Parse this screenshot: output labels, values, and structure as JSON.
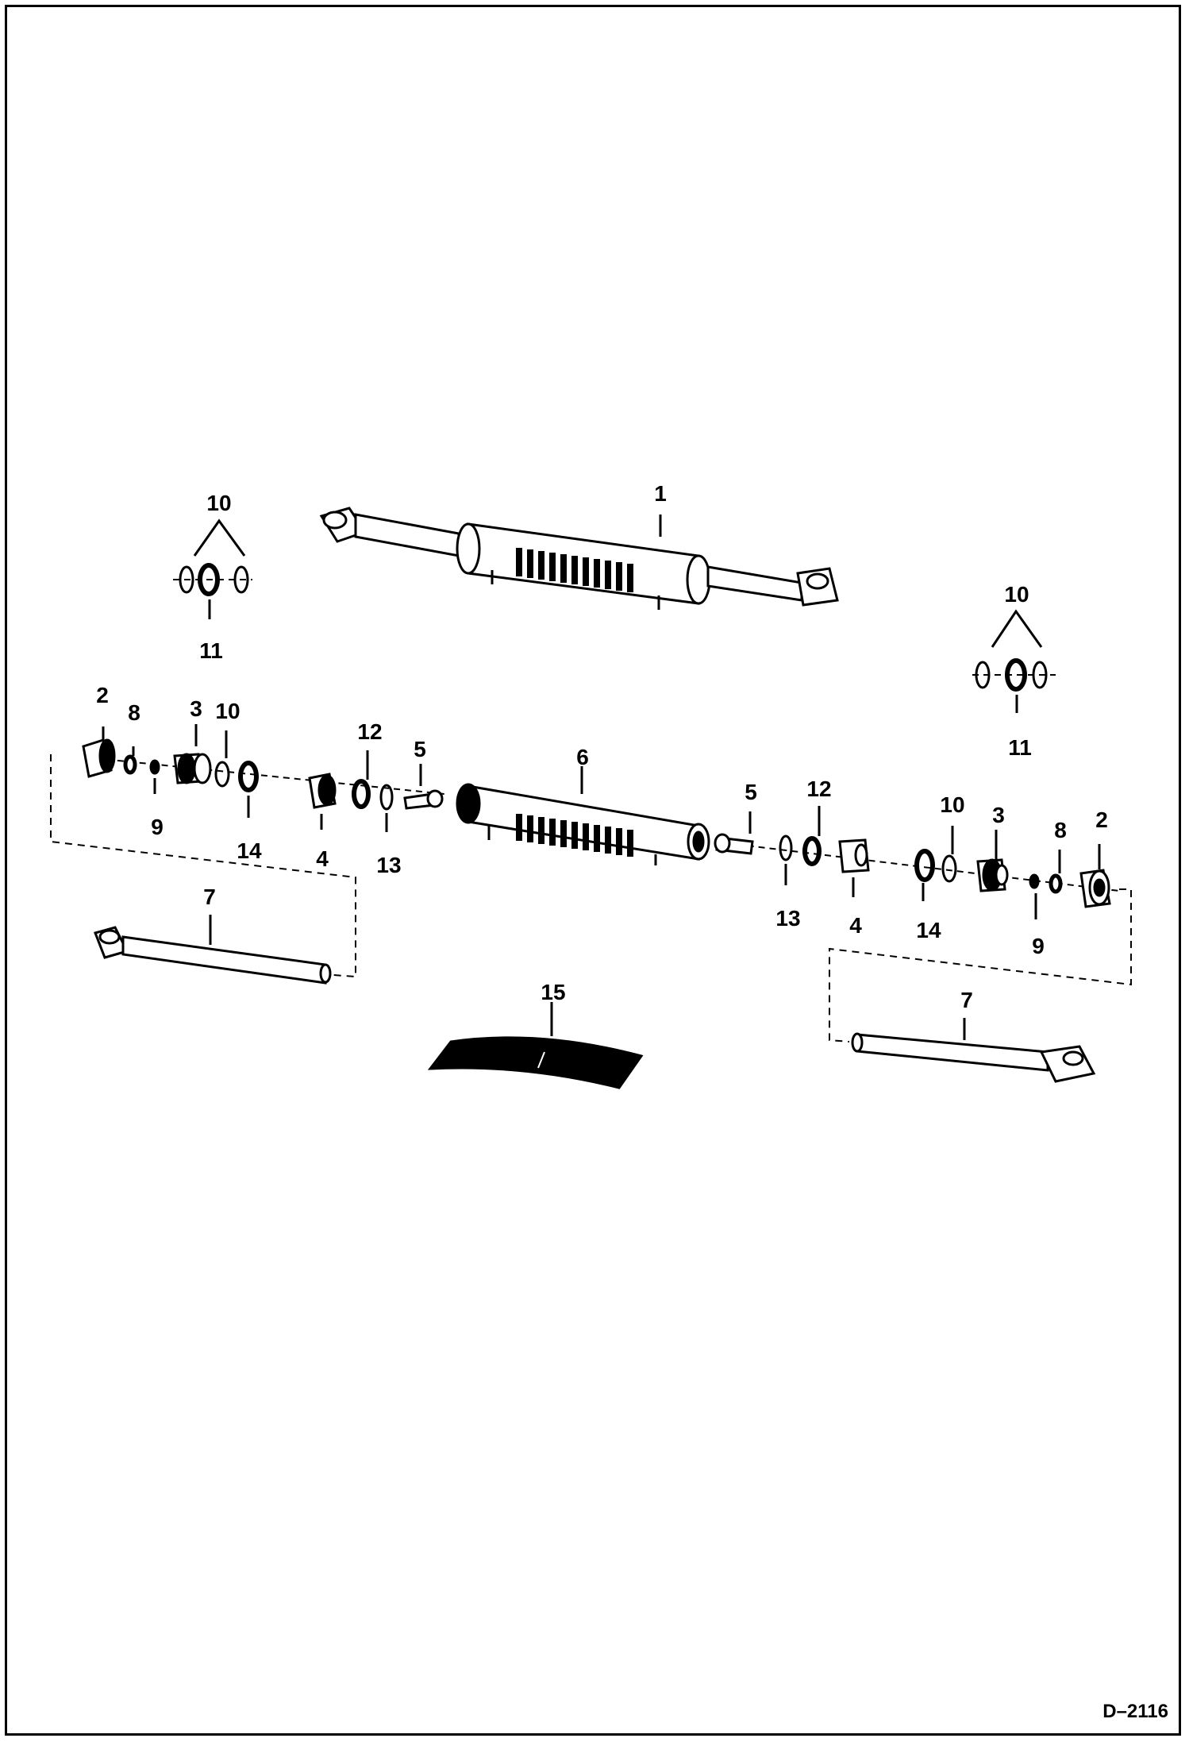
{
  "drawing_id": "D–2116",
  "callouts": [
    {
      "id": "c1",
      "text": "1"
    },
    {
      "id": "c10a",
      "text": "10"
    },
    {
      "id": "c11a",
      "text": "11"
    },
    {
      "id": "c10b",
      "text": "10"
    },
    {
      "id": "c11b",
      "text": "11"
    },
    {
      "id": "c2l",
      "text": "2"
    },
    {
      "id": "c8l",
      "text": "8"
    },
    {
      "id": "c3l",
      "text": "3"
    },
    {
      "id": "c10l",
      "text": "10"
    },
    {
      "id": "c9l",
      "text": "9"
    },
    {
      "id": "c14l",
      "text": "14"
    },
    {
      "id": "c4l",
      "text": "4"
    },
    {
      "id": "c12l",
      "text": "12"
    },
    {
      "id": "c13l",
      "text": "13"
    },
    {
      "id": "c5l",
      "text": "5"
    },
    {
      "id": "c6",
      "text": "6"
    },
    {
      "id": "c5r",
      "text": "5"
    },
    {
      "id": "c12r",
      "text": "12"
    },
    {
      "id": "c13r",
      "text": "13"
    },
    {
      "id": "c4r",
      "text": "4"
    },
    {
      "id": "c10r",
      "text": "10"
    },
    {
      "id": "c14r",
      "text": "14"
    },
    {
      "id": "c3r",
      "text": "3"
    },
    {
      "id": "c8r",
      "text": "8"
    },
    {
      "id": "c9r",
      "text": "9"
    },
    {
      "id": "c2r",
      "text": "2"
    },
    {
      "id": "c7l",
      "text": "7"
    },
    {
      "id": "c7r",
      "text": "7"
    },
    {
      "id": "c15",
      "text": "15"
    }
  ]
}
